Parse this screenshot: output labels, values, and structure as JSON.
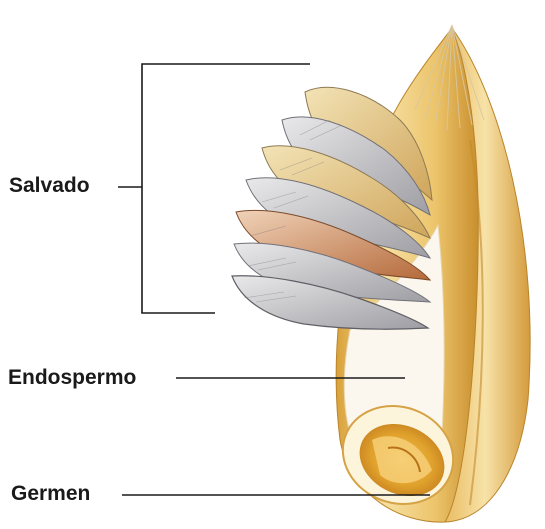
{
  "labels": {
    "bran": "Salvado",
    "endosperm": "Endospermo",
    "germ": "Germen"
  },
  "colors": {
    "grain_light": "#f6dfa0",
    "grain_mid": "#e9bd5c",
    "grain_dark": "#c98f2e",
    "endosperm": "#fbf7ee",
    "germ": "#e0a12c",
    "bran_gray": "#b9b9bd",
    "bran_brown": "#c07a4c",
    "leader_line": "#1a1a1a"
  }
}
